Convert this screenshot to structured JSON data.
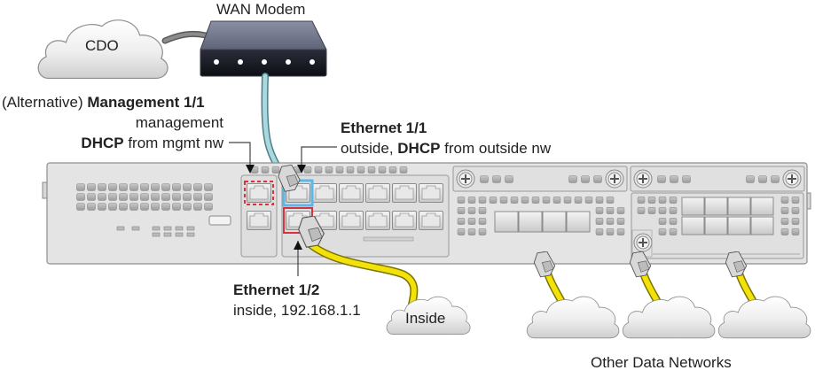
{
  "diagram": {
    "nodes": {
      "cdo_cloud": {
        "label": "CDO"
      },
      "wan_modem": {
        "label": "WAN Modem"
      },
      "inside_cloud": {
        "label": "Inside"
      },
      "other_networks": {
        "label": "Other Data Networks"
      }
    },
    "callouts": {
      "management": {
        "prefix": "(Alternative) ",
        "title": "Management 1/1",
        "line2": "management",
        "line3_bold": "DHCP",
        "line3_rest": " from mgmt nw"
      },
      "eth1_1": {
        "title": "Ethernet 1/1",
        "line2_a": "outside, ",
        "line2_bold": "DHCP",
        "line2_rest": " from outside nw"
      },
      "eth1_2": {
        "title": "Ethernet 1/2",
        "line2": "inside, 192.168.1.1"
      }
    },
    "colors": {
      "outside_cable": "#a9d8de",
      "inside_cable": "#f2e20a",
      "eth1_1_highlight": "#5ab8e8",
      "eth1_2_highlight": "#d8313f",
      "mgmt_highlight": "#d8313f",
      "chassis": "#e4e4e4",
      "modem": "#5b6072"
    }
  }
}
